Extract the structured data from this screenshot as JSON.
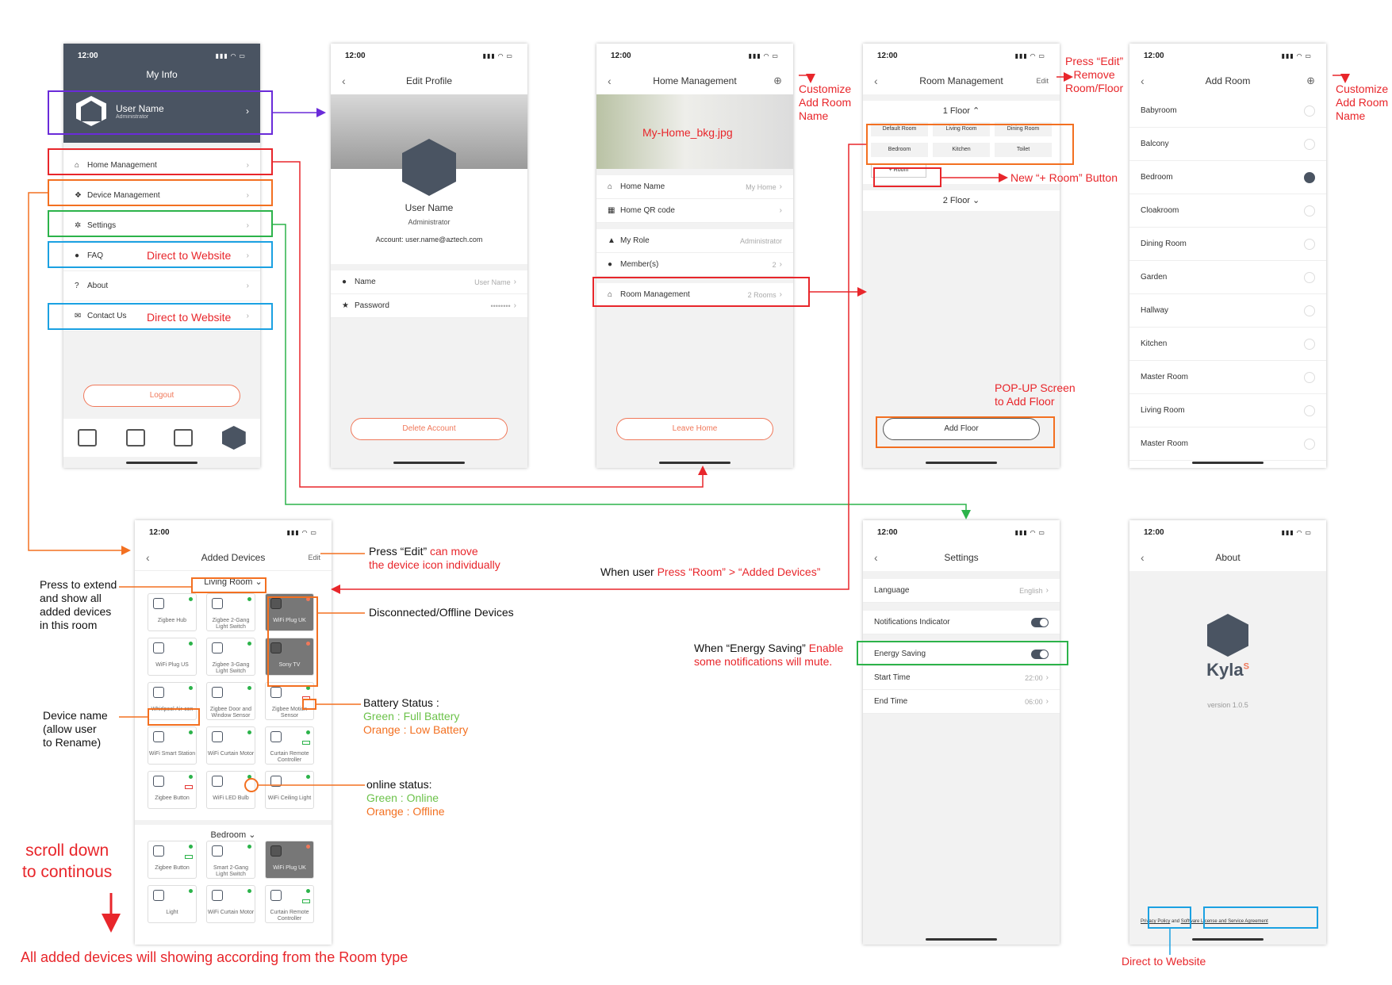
{
  "status_time": "12:00",
  "my_info": {
    "title": "My Info",
    "user_name": "User Name",
    "user_role": "Administrator",
    "items": [
      "Home Management",
      "Device Management",
      "Settings",
      "FAQ",
      "About",
      "Contact Us"
    ],
    "logout": "Logout"
  },
  "edit_profile": {
    "title": "Edit Profile",
    "user_name": "User Name",
    "role": "Administrator",
    "account": "Account: user.name@aztech.com",
    "name_label": "Name",
    "name_value": "User Name",
    "password_label": "Password",
    "password_value": "••••••••",
    "delete": "Delete Account"
  },
  "home_management": {
    "title": "Home Management",
    "bg_label": "My-Home_bkg.jpg",
    "home_name_label": "Home Name",
    "home_name_value": "My Home",
    "qr_label": "Home QR code",
    "role_label": "My Role",
    "role_value": "Administrator",
    "members_label": "Member(s)",
    "members_value": "2",
    "room_mgmt_label": "Room Management",
    "room_mgmt_value": "2 Rooms",
    "leave": "Leave Home"
  },
  "room_management": {
    "title": "Room Management",
    "edit": "Edit",
    "floor1": "1 Floor",
    "rooms": [
      "Default Room",
      "Living Room",
      "Dining Room",
      "Bedroom",
      "Kitchen",
      "Toilet"
    ],
    "add_room": "+ Room",
    "floor2": "2 Floor",
    "add_floor": "Add Floor"
  },
  "add_room": {
    "title": "Add Room",
    "rooms": [
      "Babyroom",
      "Balcony",
      "Bedroom",
      "Cloakroom",
      "Dining Room",
      "Garden",
      "Hallway",
      "Kitchen",
      "Master Room",
      "Living Room",
      "Master Room"
    ],
    "selected_index": 2
  },
  "added_devices": {
    "title": "Added Devices",
    "edit": "Edit",
    "room1": "Living Room",
    "devices1": [
      {
        "name": "Zigbee Hub",
        "status": "online",
        "battery": ""
      },
      {
        "name": "Zigbee 2-Gang Light Switch",
        "status": "online",
        "battery": ""
      },
      {
        "name": "WiFi Plug UK",
        "status": "offline",
        "battery": ""
      },
      {
        "name": "WiFi Plug US",
        "status": "online",
        "battery": ""
      },
      {
        "name": "Zigbee 3-Gang Light Switch",
        "status": "online",
        "battery": ""
      },
      {
        "name": "Sony TV",
        "status": "offline",
        "battery": ""
      },
      {
        "name": "Whirlpool Air-con",
        "status": "online",
        "battery": ""
      },
      {
        "name": "Zigbee Door and Window Sensor",
        "status": "online",
        "battery": ""
      },
      {
        "name": "Zigbee Motion Sensor",
        "status": "online",
        "battery": "low"
      },
      {
        "name": "WiFi Smart Station",
        "status": "online",
        "battery": ""
      },
      {
        "name": "WiFi Curtain Motor",
        "status": "online",
        "battery": ""
      },
      {
        "name": "Curtain Remote Controller",
        "status": "online",
        "battery": "full"
      },
      {
        "name": "Zigbee Button",
        "status": "online",
        "battery": "low"
      },
      {
        "name": "WiFi LED Bulb",
        "status": "online",
        "battery": ""
      },
      {
        "name": "WiFi Ceiling Light",
        "status": "online",
        "battery": ""
      }
    ],
    "room2": "Bedroom",
    "devices2": [
      {
        "name": "Zigbee Button",
        "status": "online",
        "battery": "full"
      },
      {
        "name": "Smart 2-Gang Light Switch",
        "status": "online",
        "battery": ""
      },
      {
        "name": "WiFi Plug UK",
        "status": "offline",
        "battery": ""
      },
      {
        "name": "Light",
        "status": "online",
        "battery": ""
      },
      {
        "name": "WiFi Curtain Motor",
        "status": "online",
        "battery": ""
      },
      {
        "name": "Curtain Remote Controller",
        "status": "online",
        "battery": "full"
      }
    ]
  },
  "settings": {
    "title": "Settings",
    "language_label": "Language",
    "language_value": "English",
    "notif_label": "Notifications Indicator",
    "energy_label": "Energy Saving",
    "start_label": "Start Time",
    "start_value": "22:00",
    "end_label": "End Time",
    "end_value": "06:00"
  },
  "about": {
    "title": "About",
    "brand": "Kyla",
    "brand_sup": "S",
    "version": "version 1.0.5",
    "privacy": "Privacy Policy",
    "and": "and",
    "license": "Software License and Service Agreement"
  },
  "annotations": {
    "direct_website": "Direct to Website",
    "customize_1": "Customize",
    "customize_2": "Add Room",
    "customize_3": "Name",
    "press_edit_1": "Press “Edit”",
    "press_edit_2": "Remove",
    "press_edit_3": "Room/Floor",
    "new_room_btn": "New “+ Room” Button",
    "popup_1": "POP-UP Screen",
    "popup_2": "to Add Floor",
    "edit_move_a": "Press “Edit”",
    "edit_move_b": " can move",
    "edit_move_2": "the device icon individually",
    "when_room_a": "When user ",
    "when_room_b": "Press “Room” > “Added Devices”",
    "disconnected": "Disconnected/Offline Devices",
    "press_extend_1": "Press to extend",
    "press_extend_2": "and show all",
    "press_extend_3": "added devices",
    "press_extend_4": "in this room",
    "battery_title": "Battery Status :",
    "battery_green": "Green : Full Battery",
    "battery_orange": "Orange : Low Battery",
    "device_name_1": "Device name",
    "device_name_2": "(allow user",
    "device_name_3": "to Rename)",
    "online_title": "online status:",
    "online_green": "Green : Online",
    "online_orange": "Orange : Offline",
    "energy_a": "When “Energy Saving”",
    "energy_b": " Enable",
    "energy_2": "some notifications will mute.",
    "scroll_1": "scroll down",
    "scroll_2": "to continous",
    "footer": "All added devices will showing according from the Room type"
  }
}
